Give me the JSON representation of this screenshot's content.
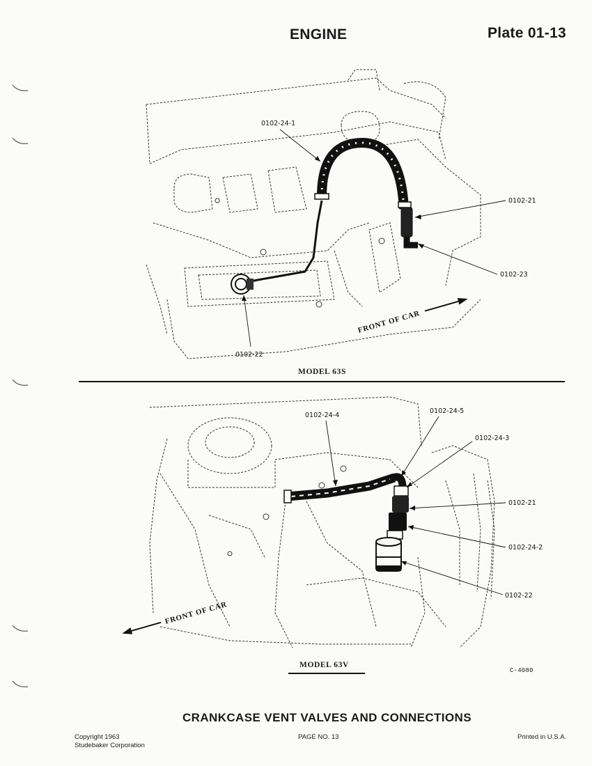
{
  "header": {
    "section": "ENGINE",
    "plate": "Plate 01-13"
  },
  "figure_top": {
    "model": "MODEL 63S",
    "front_label": "FRONT OF CAR",
    "callouts": [
      "0102-24-1",
      "0102-21",
      "0102-23",
      "0102-22"
    ]
  },
  "figure_bottom": {
    "model": "MODEL 63V",
    "front_label": "FRONT OF CAR",
    "callouts": [
      "0102-24-4",
      "0102-24-5",
      "0102-24-3",
      "0102-21",
      "0102-24-2",
      "0102-22"
    ]
  },
  "drawing_code": "C-4080",
  "title": "CRANKCASE VENT VALVES AND CONNECTIONS",
  "footer": {
    "copyright_line1": "Copyright 1963",
    "copyright_line2": "Studebaker Corporation",
    "page": "PAGE NO. 13",
    "printed": "Printed in U.S.A."
  }
}
